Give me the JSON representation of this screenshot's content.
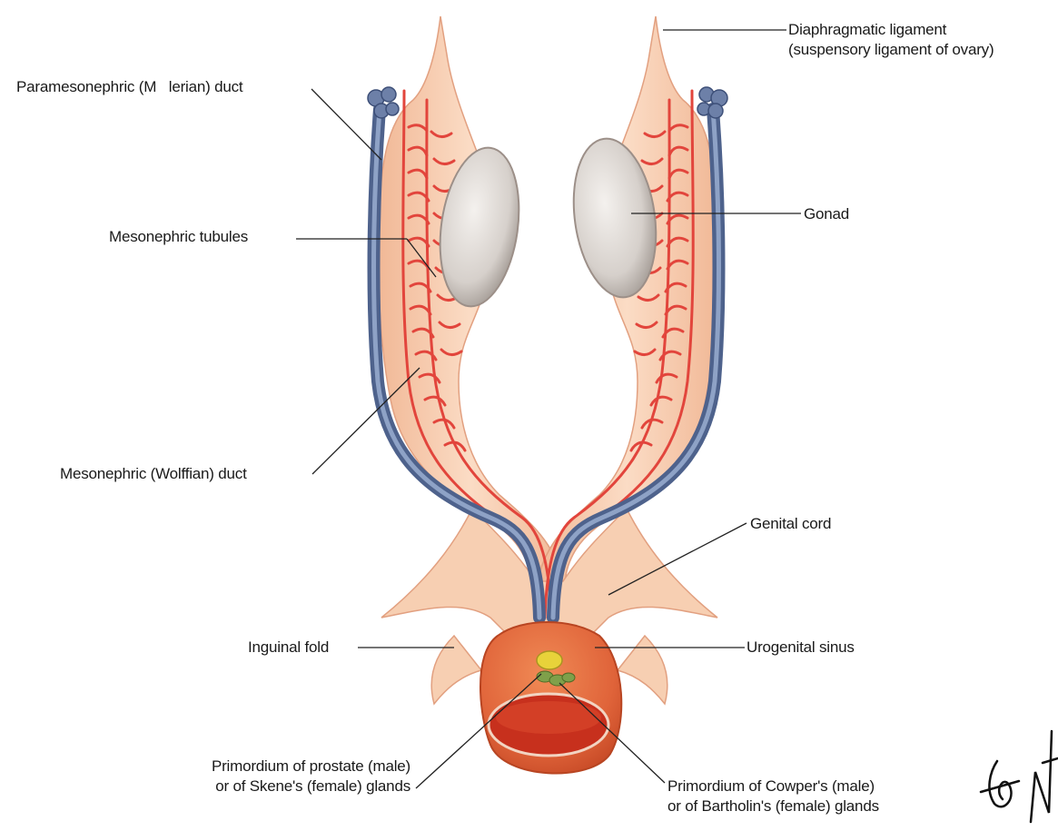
{
  "labels": {
    "diaphragmatic_ligament": [
      "Diaphragmatic ligament",
      "(suspensory ligament of ovary)"
    ],
    "paramesonephric_duct": "Paramesonephric (M   lerian) duct",
    "gonad": "Gonad",
    "mesonephric_tubules": "Mesonephric tubules",
    "mesonephric_duct": "Mesonephric (Wolffian) duct",
    "genital_cord": "Genital cord",
    "inguinal_fold": "Inguinal fold",
    "urogenital_sinus": "Urogenital sinus",
    "primordium_prostate": [
      "Primordium of prostate (male)",
      "or of Skene's (female) glands"
    ],
    "primordium_cowper": [
      "Primordium of Cowper's (male)",
      "or of Bartholin's (female) glands"
    ]
  },
  "colors": {
    "tissue": "#f6c7a6",
    "tissue_edge": "#e8a783",
    "tubule": "#e2453c",
    "duct_blue": "#5b6f9a",
    "duct_blue_light": "#8da0c4",
    "gonad": "#d9d4cf",
    "sinus": "#e0643a",
    "sinus_dark": "#c8321e",
    "gland_yellow": "#e8d23a",
    "gland_green": "#7fa04a"
  },
  "signature_icon": "artist-signature-icon"
}
